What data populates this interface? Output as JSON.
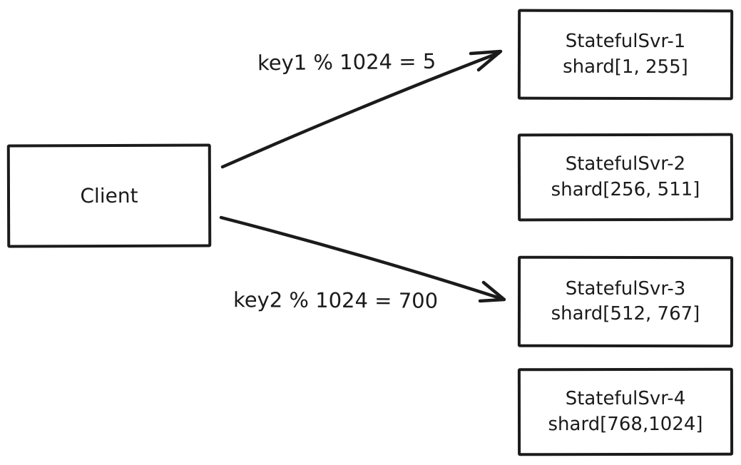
{
  "diagram": {
    "type": "sharding-routing-diagram",
    "colors": {
      "stroke": "#1b1b1b",
      "background": "#ffffff"
    },
    "client": {
      "label": "Client"
    },
    "servers": [
      {
        "name": "StatefulSvr-1",
        "shard": "shard[1, 255]"
      },
      {
        "name": "StatefulSvr-2",
        "shard": "shard[256, 511]"
      },
      {
        "name": "StatefulSvr-3",
        "shard": "shard[512, 767]"
      },
      {
        "name": "StatefulSvr-4",
        "shard": "shard[768,1024]"
      }
    ],
    "edges": [
      {
        "from": "Client",
        "to": "StatefulSvr-1",
        "label": "key1 % 1024 = 5"
      },
      {
        "from": "Client",
        "to": "StatefulSvr-3",
        "label": "key2 % 1024 = 700"
      }
    ]
  }
}
